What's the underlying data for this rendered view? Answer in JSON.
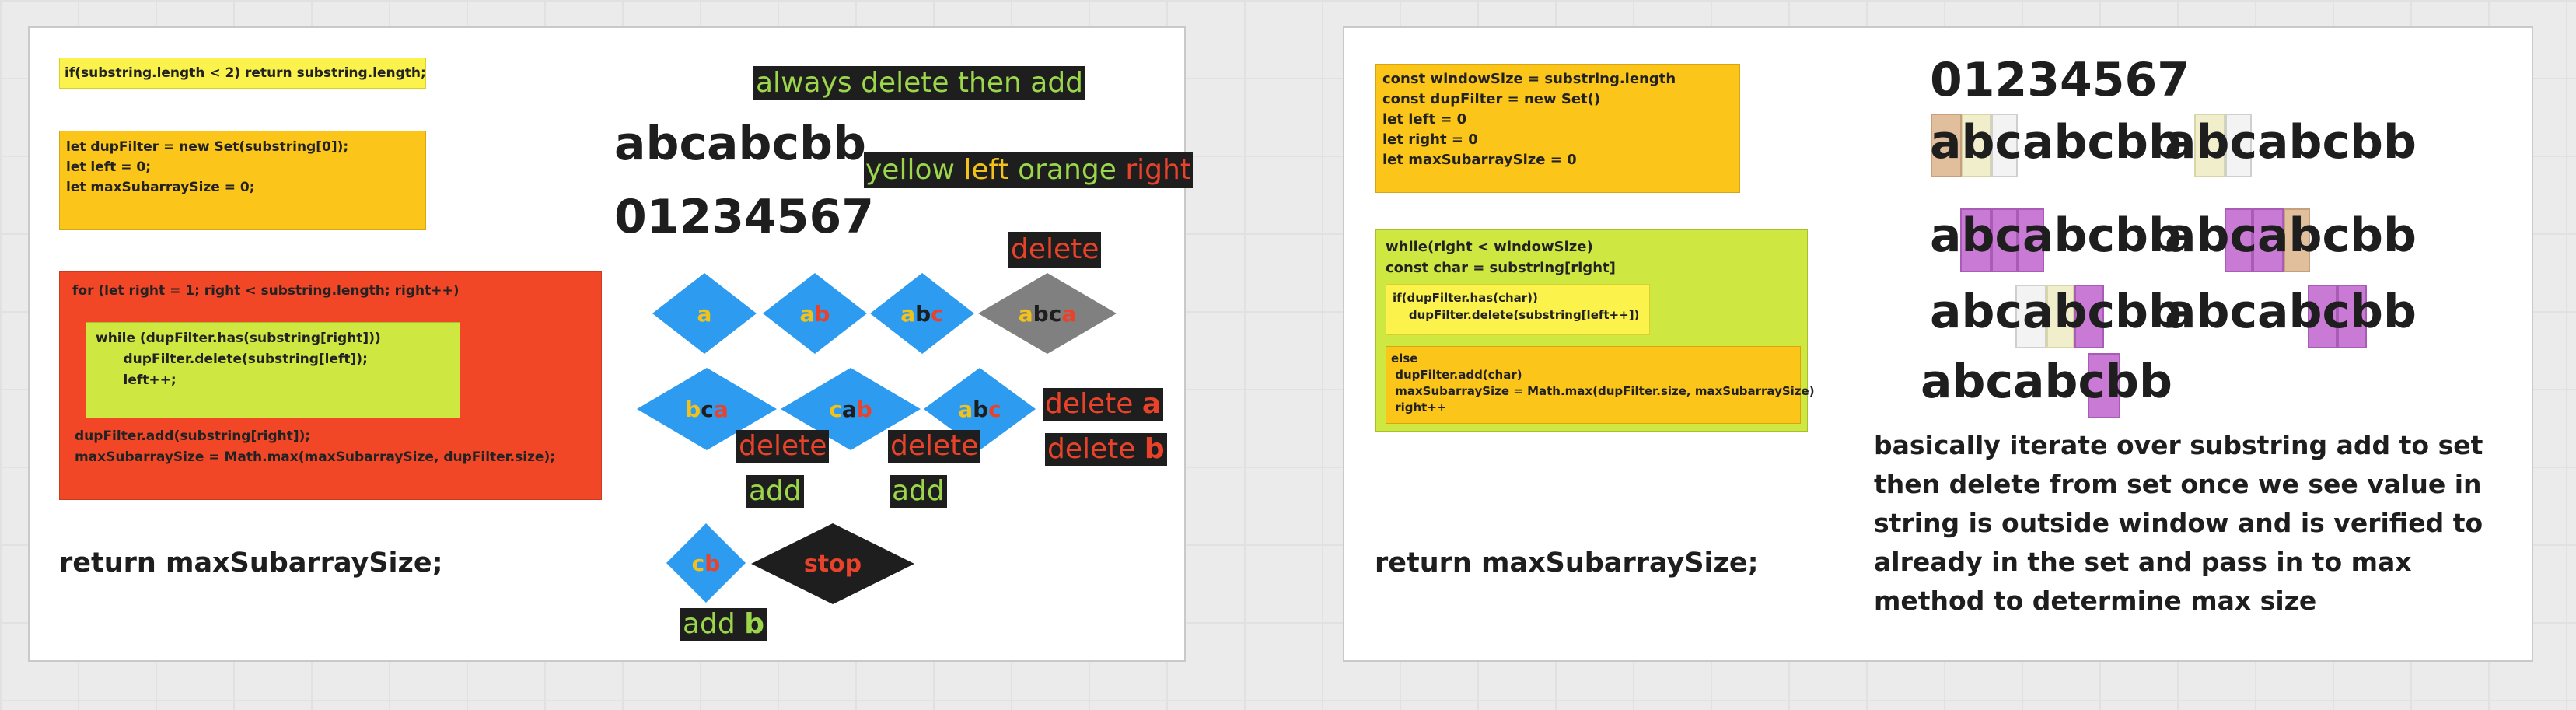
{
  "left": {
    "note_length": "if(substring.length < 2) return substring.length;",
    "note_init": [
      "let dupFilter = new Set(substring[0]);",
      "let left = 0;",
      "let maxSubarraySize = 0;"
    ],
    "note_for": {
      "header": "for (let right = 1; right < substring.length; right++)",
      "while_lines": [
        "while (dupFilter.has(substring[right]))",
        "      dupFilter.delete(substring[left]);",
        "      left++;"
      ],
      "tail": [
        "dupFilter.add(substring[right]);",
        "maxSubarraySize = Math.max(maxSubarraySize, dupFilter.size);"
      ]
    },
    "return": "return maxSubarraySize;",
    "always": "always delete then add",
    "string": "abcabcbb",
    "indexes": "01234567",
    "legend": {
      "yellow": "yellow",
      "left": "left",
      "orange": "orange",
      "right": "right"
    },
    "diamonds": [
      {
        "chars": [
          "a"
        ],
        "colors": [
          "#f2c21a"
        ]
      },
      {
        "chars": [
          "a",
          "b"
        ],
        "colors": [
          "#f2c21a",
          "#e8432a"
        ]
      },
      {
        "chars": [
          "a",
          "b",
          "c"
        ],
        "colors": [
          "#f2c21a",
          "#1e1e1e",
          "#e8432a"
        ]
      },
      {
        "chars": [
          "a",
          "b",
          "c",
          "a"
        ],
        "colors": [
          "#f2c21a",
          "#1e1e1e",
          "#1e1e1e",
          "#e8432a"
        ]
      },
      {
        "chars": [
          "b",
          "c",
          "a"
        ],
        "colors": [
          "#f2c21a",
          "#1e1e1e",
          "#e8432a"
        ]
      },
      {
        "chars": [
          "c",
          "a",
          "b"
        ],
        "colors": [
          "#f2c21a",
          "#1e1e1e",
          "#e8432a"
        ]
      },
      {
        "chars": [
          "a",
          "b",
          "c"
        ],
        "colors": [
          "#f2c21a",
          "#1e1e1e",
          "#e8432a"
        ]
      },
      {
        "chars": [
          "c",
          "b"
        ],
        "colors": [
          "#f2c21a",
          "#e8432a"
        ]
      }
    ],
    "stop": "stop",
    "labels": {
      "delete_top": "delete",
      "delete_1": "delete",
      "add_1": "add",
      "delete_2": "delete",
      "add_2": "add",
      "delete_a_word": "delete",
      "delete_a_char": "a",
      "delete_b_word": "delete",
      "delete_b_char": "b",
      "add_b_word": "add",
      "add_b_char": "b"
    }
  },
  "right": {
    "note_vars": [
      "const windowSize = substring.length",
      "const dupFilter = new Set()",
      "let left = 0",
      "let right = 0",
      "let maxSubarraySize = 0"
    ],
    "note_while": [
      "while(right < windowSize)",
      "const char = substring[right]"
    ],
    "note_if": [
      "if(dupFilter.has(char))",
      "    dupFilter.delete(substring[left++])"
    ],
    "note_else": [
      "else",
      " dupFilter.add(char)",
      " maxSubarraySize = Math.max(dupFilter.size, maxSubarraySize)",
      " right++"
    ],
    "return": "return maxSubarraySize;",
    "indexes": "01234567",
    "strings": [
      "abcabcbb",
      "abcabcbb",
      "abcabcbb",
      "abcabcbb",
      "abcabcbb",
      "abcabcbb",
      "abcabcbb"
    ],
    "explanation": [
      "basically iterate over substring add to set",
      "then delete from set once we see value in",
      "string is outside window and is verified to",
      "already in the set and pass in to max",
      "method to determine max size"
    ]
  },
  "colors": {
    "yellow_note": "#fbf24c",
    "orange_note": "#fbc51a",
    "red_note": "#f24727",
    "lime_note": "#cee741",
    "diamond_blue": "#2d9bf0",
    "diamond_gray": "#808080",
    "label_bg": "#1e1e1e",
    "purple_hl": "#c97ad4",
    "tan_hl": "#e2bf9c",
    "cream_hl": "#f0eecb"
  }
}
